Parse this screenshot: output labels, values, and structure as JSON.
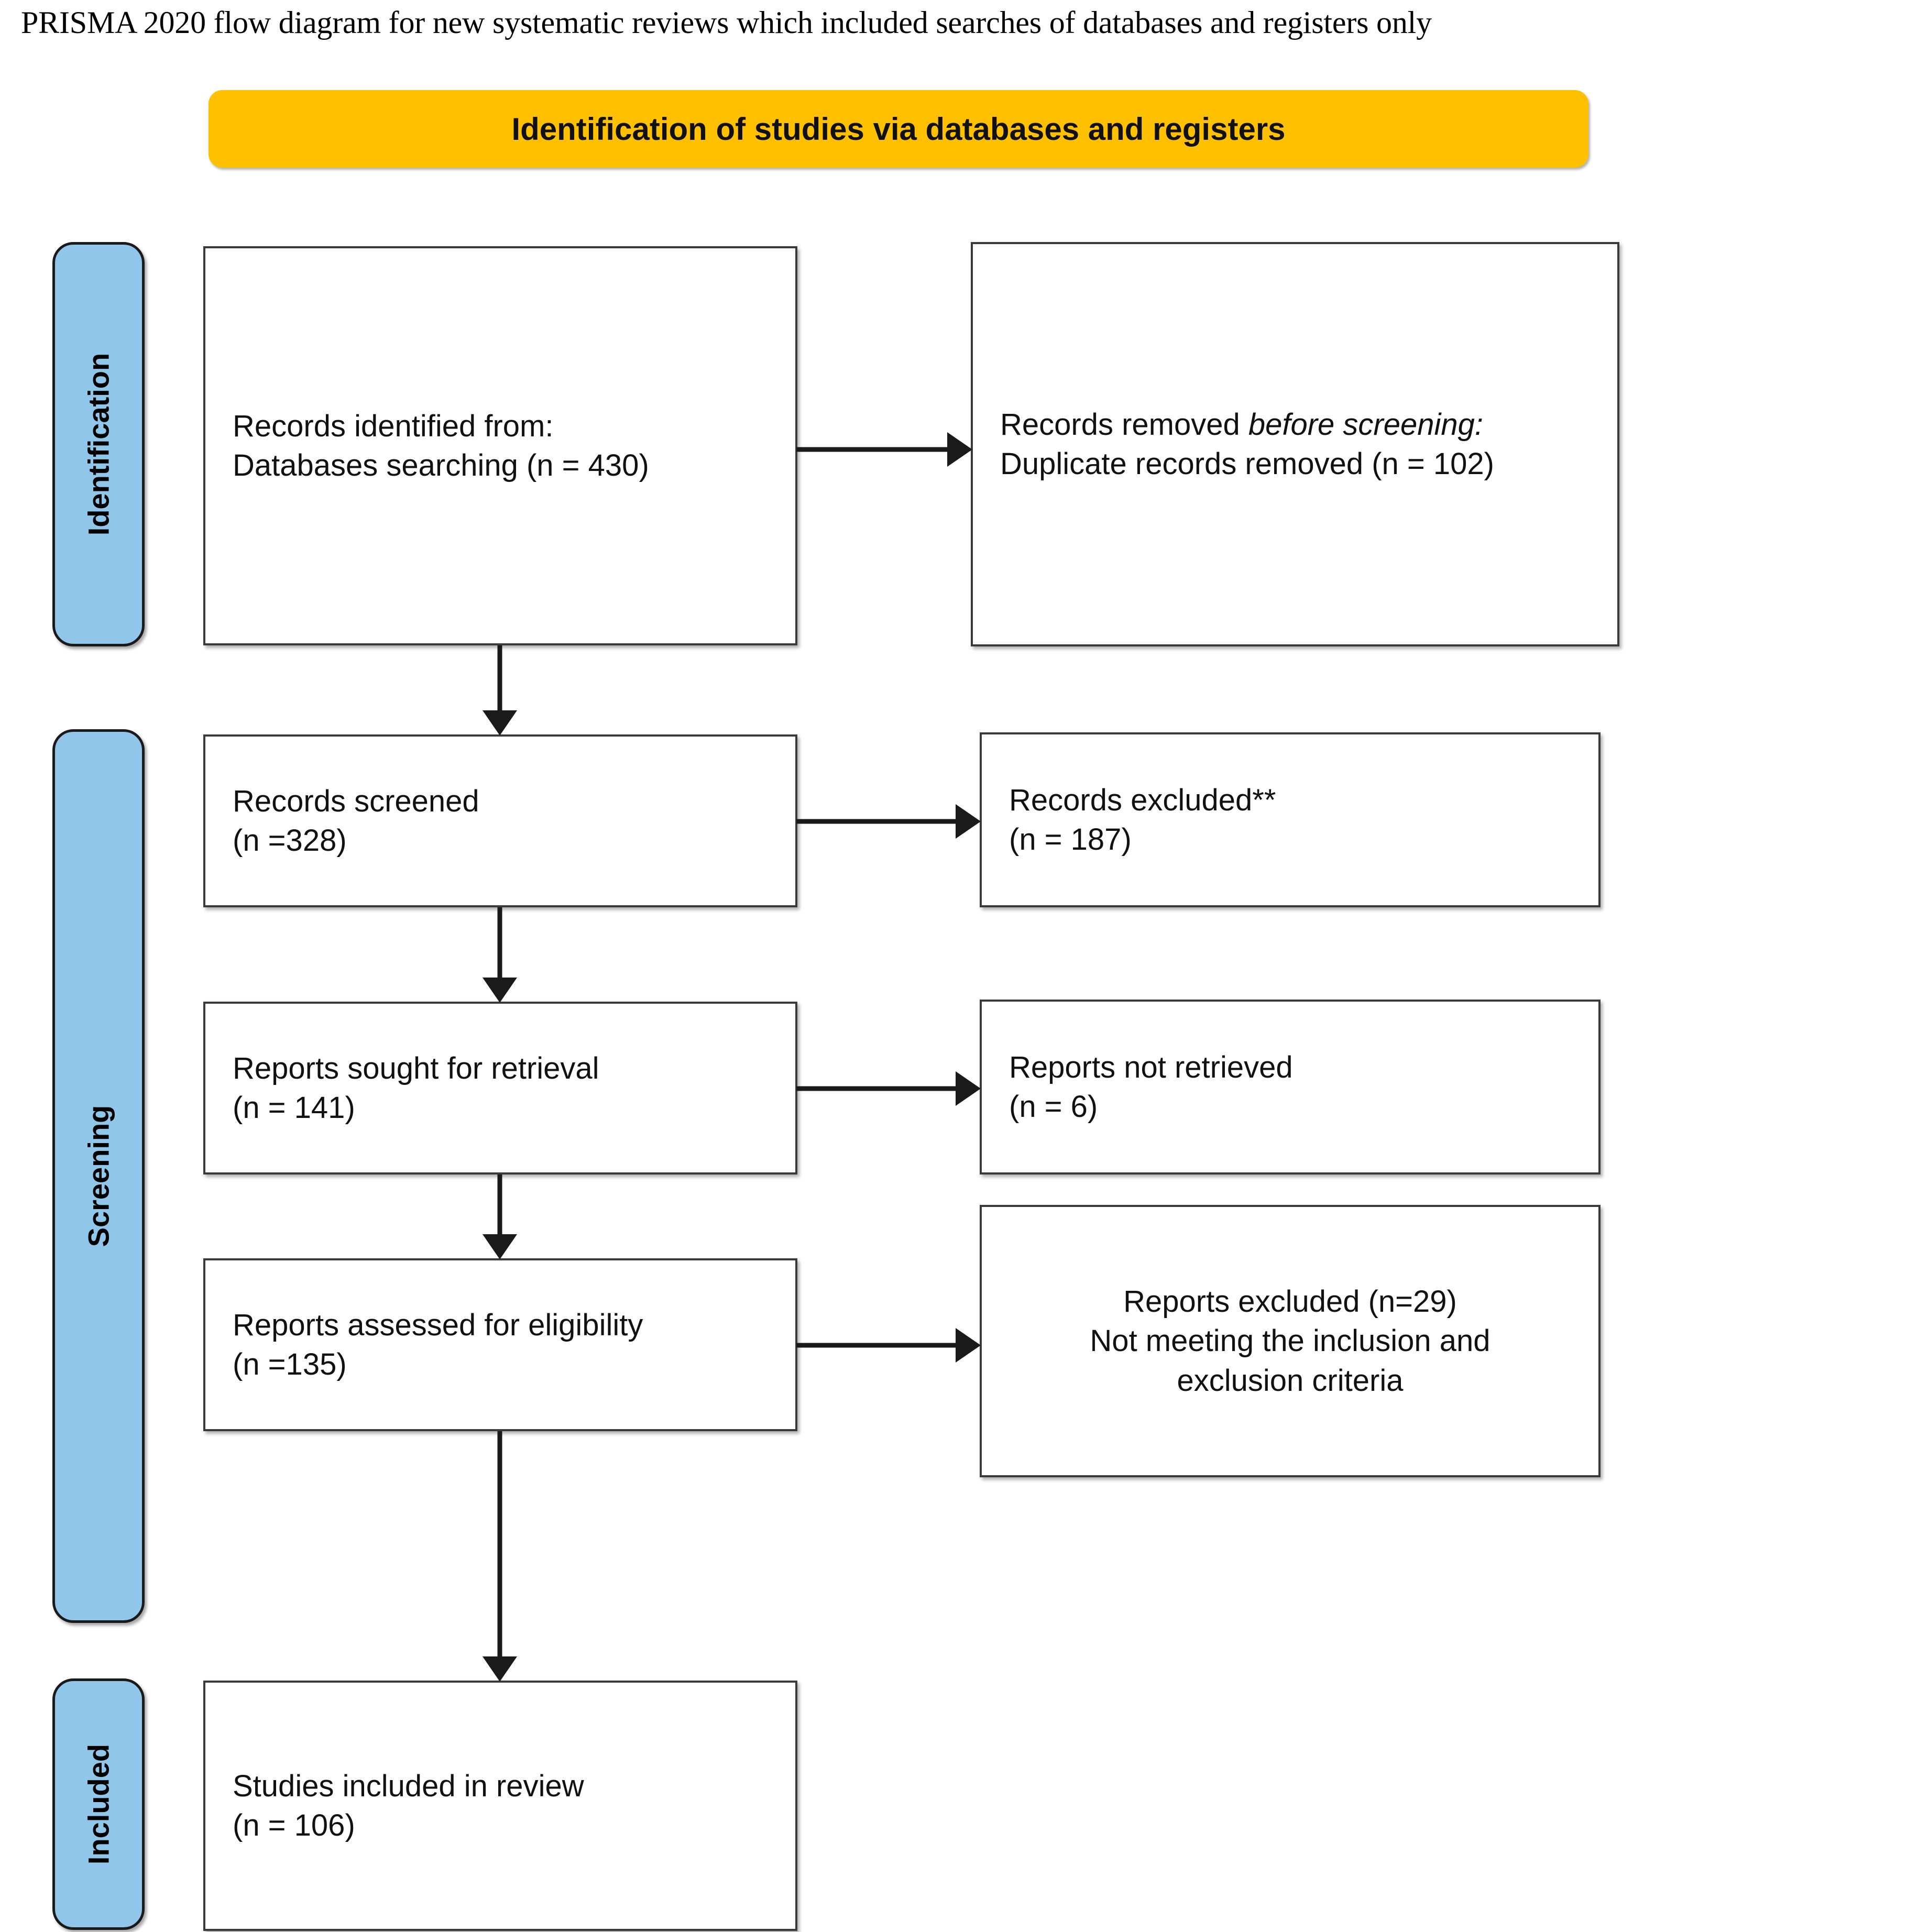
{
  "title": "PRISMA 2020 flow diagram for new systematic reviews which included searches of databases and registers only",
  "colors": {
    "banner": "#FFC000",
    "rail": "#8FC6EA",
    "box_border": "#3a3a3a",
    "arrow": "#1a1a1a",
    "text": "#111111"
  },
  "banner": {
    "label": "Identification of studies via databases and registers"
  },
  "rails": [
    {
      "id": "identification",
      "label": "Identification"
    },
    {
      "id": "screening",
      "label": "Screening"
    },
    {
      "id": "included",
      "label": "Included"
    }
  ],
  "boxes": {
    "records_identified": {
      "line1": "Records identified from:",
      "line2": "Databases searching (n = 430)"
    },
    "records_removed": {
      "line1_prefix": "Records removed ",
      "line1_italic": "before screening:",
      "line2": "Duplicate records removed (n = 102)"
    },
    "records_screened": {
      "line1": "Records screened",
      "line2": "(n =328)"
    },
    "records_excluded": {
      "line1": "Records excluded**",
      "line2": "(n = 187)"
    },
    "reports_sought": {
      "line1": "Reports sought for retrieval",
      "line2": "(n = 141)"
    },
    "reports_not_retrieved": {
      "line1": "Reports not retrieved",
      "line2": "(n = 6)"
    },
    "reports_assessed": {
      "line1": "Reports assessed for eligibility",
      "line2": "(n =135)"
    },
    "reports_excluded": {
      "line1": "Reports excluded (n=29)",
      "line2": "Not meeting the inclusion and",
      "line3": "exclusion criteria"
    },
    "studies_included": {
      "line1": "Studies included in review",
      "line2": "(n = 106)"
    }
  },
  "chart_data": {
    "type": "diagram",
    "diagram_kind": "PRISMA 2020 flow diagram",
    "title": "PRISMA 2020 flow diagram for new systematic reviews which included searches of databases and registers only",
    "stages": [
      "Identification",
      "Screening",
      "Included"
    ],
    "nodes": [
      {
        "id": "records_identified",
        "stage": "Identification",
        "label": "Records identified from: Databases searching",
        "n": 430
      },
      {
        "id": "records_removed",
        "stage": "Identification",
        "label": "Records removed before screening: Duplicate records removed",
        "n": 102
      },
      {
        "id": "records_screened",
        "stage": "Screening",
        "label": "Records screened",
        "n": 328
      },
      {
        "id": "records_excluded",
        "stage": "Screening",
        "label": "Records excluded**",
        "n": 187
      },
      {
        "id": "reports_sought",
        "stage": "Screening",
        "label": "Reports sought for retrieval",
        "n": 141
      },
      {
        "id": "reports_not_retrieved",
        "stage": "Screening",
        "label": "Reports not retrieved",
        "n": 6
      },
      {
        "id": "reports_assessed",
        "stage": "Screening",
        "label": "Reports assessed for eligibility",
        "n": 135
      },
      {
        "id": "reports_excluded",
        "stage": "Screening",
        "label": "Reports excluded - Not meeting the inclusion and exclusion criteria",
        "n": 29
      },
      {
        "id": "studies_included",
        "stage": "Included",
        "label": "Studies included in review",
        "n": 106
      }
    ],
    "edges": [
      {
        "from": "records_identified",
        "to": "records_removed",
        "direction": "right"
      },
      {
        "from": "records_identified",
        "to": "records_screened",
        "direction": "down"
      },
      {
        "from": "records_screened",
        "to": "records_excluded",
        "direction": "right"
      },
      {
        "from": "records_screened",
        "to": "reports_sought",
        "direction": "down"
      },
      {
        "from": "reports_sought",
        "to": "reports_not_retrieved",
        "direction": "right"
      },
      {
        "from": "reports_sought",
        "to": "reports_assessed",
        "direction": "down"
      },
      {
        "from": "reports_assessed",
        "to": "reports_excluded",
        "direction": "right"
      },
      {
        "from": "reports_assessed",
        "to": "studies_included",
        "direction": "down"
      }
    ]
  }
}
